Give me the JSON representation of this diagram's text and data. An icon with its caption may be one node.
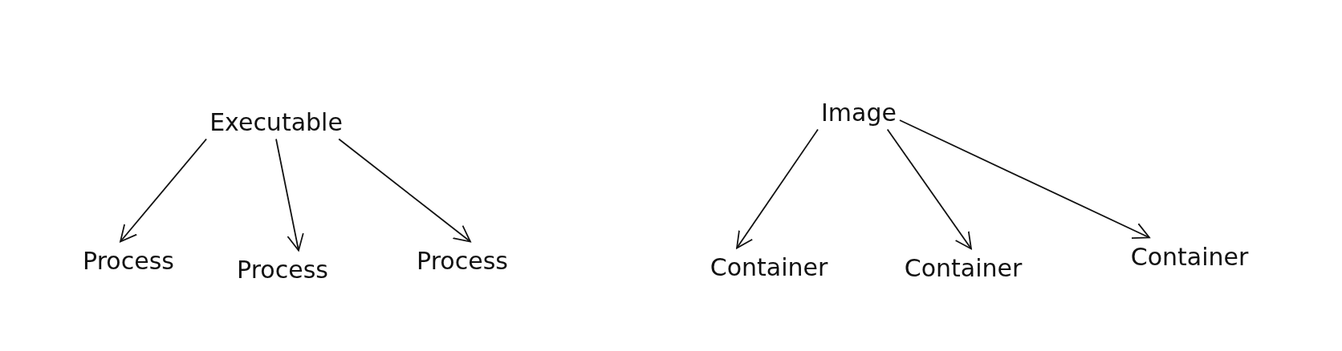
{
  "diagram": {
    "nodes": [
      {
        "text": [
          "Executable"
        ]
      },
      {
        "text": [
          "Process"
        ]
      },
      {
        "text": [
          "Process"
        ]
      },
      {
        "text": [
          "Process"
        ]
      },
      {
        "text": [
          "Image"
        ]
      },
      {
        "text": [
          "Container"
        ]
      },
      {
        "text": [
          "Container"
        ]
      },
      {
        "text": [
          "Container"
        ]
      }
    ],
    "edges": [
      {
        "from": 0,
        "to": 1,
        "arrow": "to"
      },
      {
        "from": 0,
        "to": 2,
        "arrow": "to"
      },
      {
        "from": 0,
        "to": 3,
        "arrow": "to"
      },
      {
        "from": 4,
        "to": 5,
        "arrow": "to"
      },
      {
        "from": 4,
        "to": 6,
        "arrow": "to"
      },
      {
        "from": 4,
        "to": 7,
        "arrow": "to"
      }
    ]
  }
}
